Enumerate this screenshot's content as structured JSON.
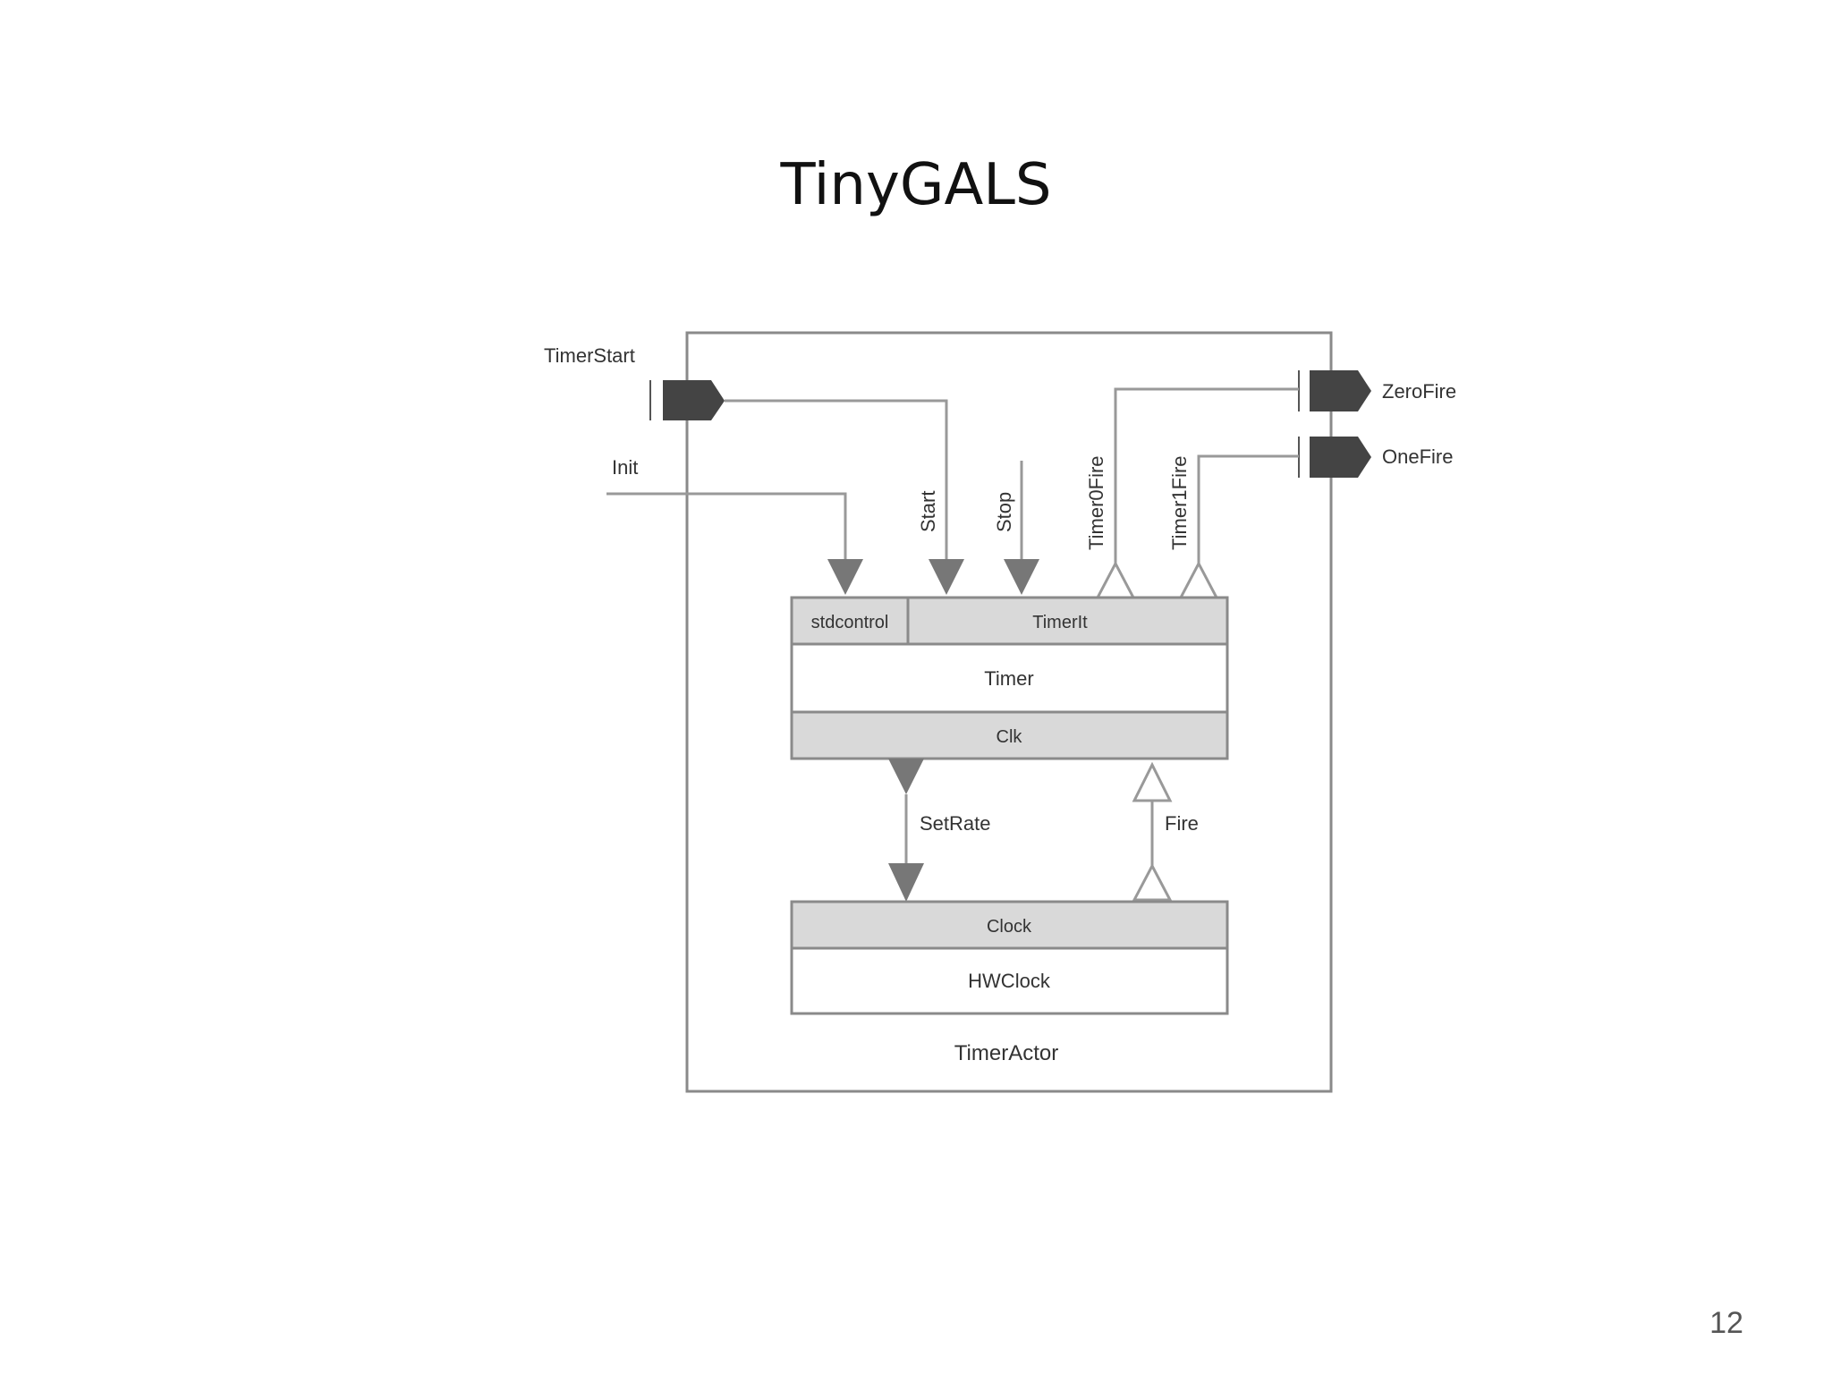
{
  "slide": {
    "title": "TinyGALS",
    "page_number": "12"
  },
  "diagram": {
    "actor_label": "TimerActor",
    "ports": {
      "timer_start": "TimerStart",
      "init": "Init",
      "zero_fire": "ZeroFire",
      "one_fire": "OneFire"
    },
    "timer_component": {
      "interface_stdcontrol": "stdcontrol",
      "interface_timer": "TimerIt",
      "name": "Timer",
      "clock_interface": "Clk"
    },
    "clock_component": {
      "interface": "Clock",
      "name": "HWClock"
    },
    "signals": {
      "start": "Start",
      "stop": "Stop",
      "timer0_fire": "Timer0Fire",
      "timer1_fire": "Timer1Fire",
      "set_rate": "SetRate",
      "fire": "Fire"
    },
    "colors": {
      "frame": "#8a8a8a",
      "interface_fill": "#d9d9d9",
      "port_fill": "#444444",
      "arrow_fill": "#777777"
    }
  }
}
